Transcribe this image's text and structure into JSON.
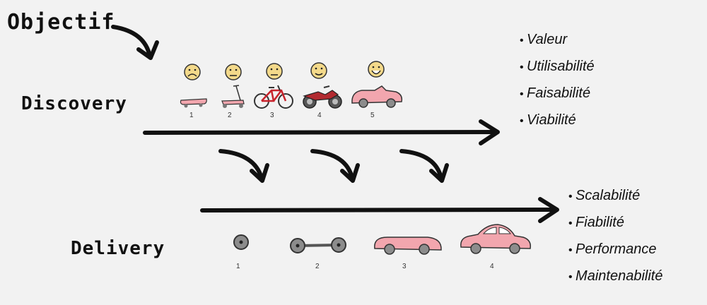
{
  "labels": {
    "objectif": "Objectif",
    "discovery": "Discovery",
    "delivery": "Delivery"
  },
  "discovery": {
    "steps": [
      "1",
      "2",
      "3",
      "4",
      "5"
    ],
    "criteria": [
      "Valeur",
      "Utilisabilité",
      "Faisabilité",
      "Viabilité"
    ]
  },
  "delivery": {
    "steps": [
      "1",
      "2",
      "3",
      "4"
    ],
    "criteria": [
      "Scalabilité",
      "Fiabilité",
      "Performance",
      "Maintenabilité"
    ]
  },
  "colors": {
    "arrow": "#111111",
    "face": "#f3d98a",
    "car": "#f2a6ae",
    "wheel": "#8c8c8c",
    "bike": "#c8232c"
  }
}
